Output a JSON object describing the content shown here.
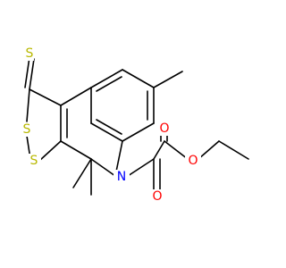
{
  "colors": {
    "carbon_bond": "#000000",
    "sulfur": "#b8b800",
    "oxygen": "#ff0000",
    "nitrogen": "#0000ff",
    "background": "#ffffff"
  },
  "atoms": {
    "s_thione": "S",
    "s_ring_top": "S",
    "s_ring_bottom": "S",
    "n_ring": "N",
    "o_ketone": "O",
    "o_ester_carbonyl": "O",
    "o_ester": "O"
  }
}
